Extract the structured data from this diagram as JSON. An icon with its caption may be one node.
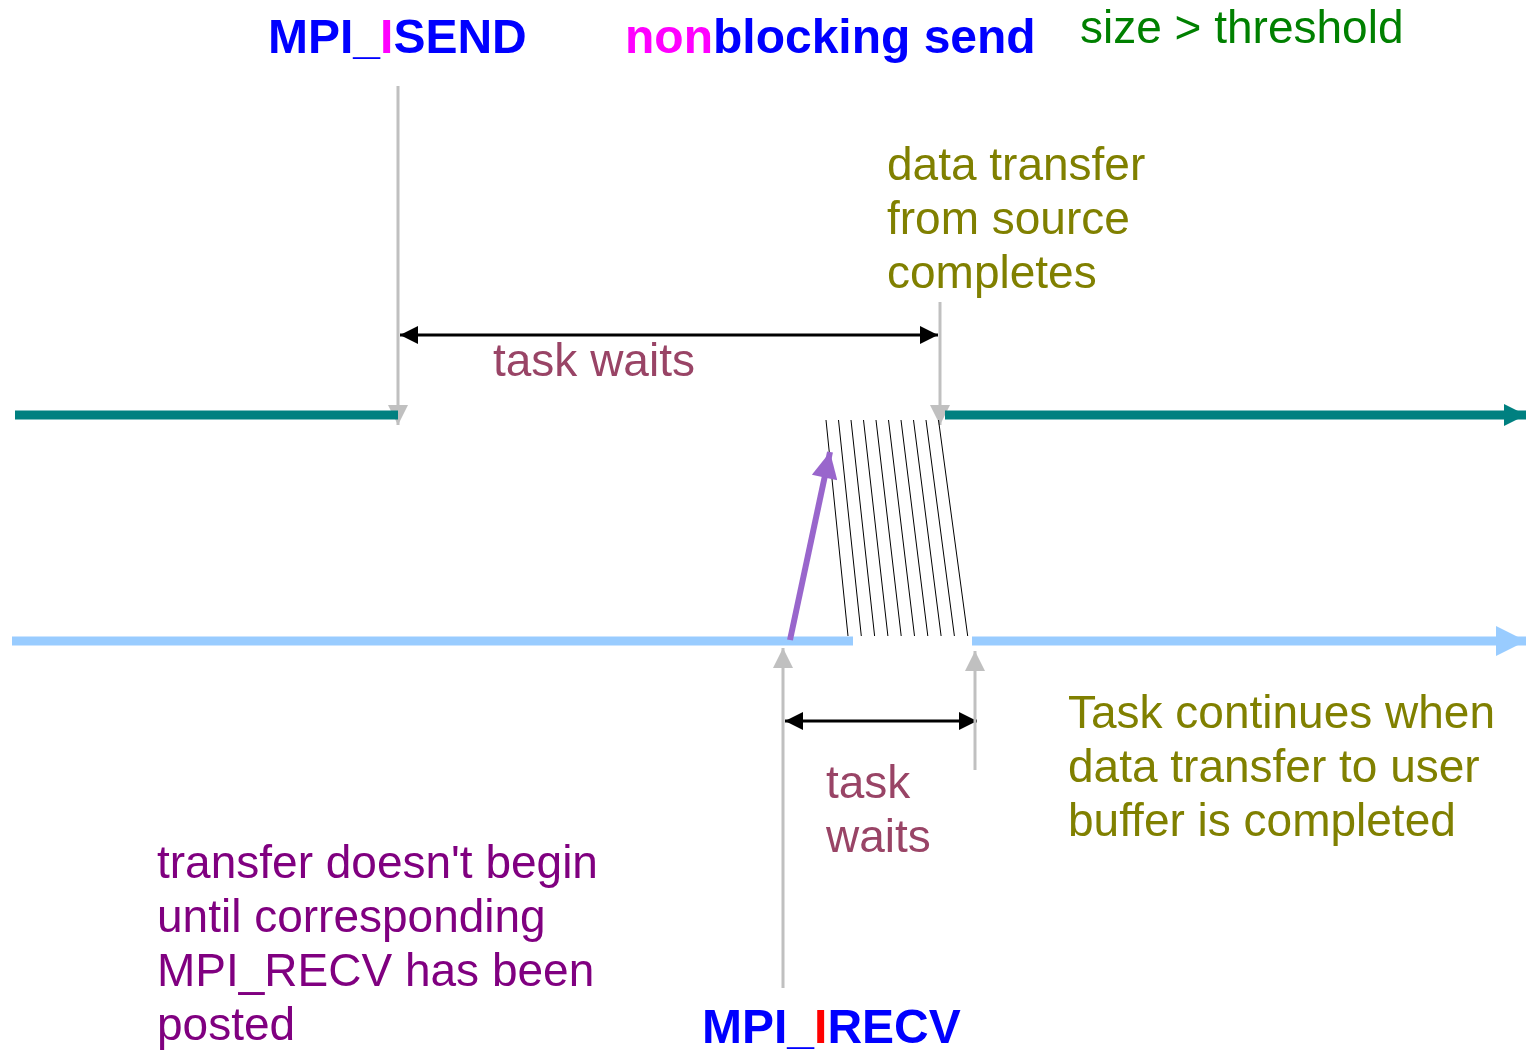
{
  "diagram": {
    "nodes": [
      {
        "text": [
          "MPI_ISEND"
        ]
      },
      {
        "text": [
          "data transfer from source completes"
        ]
      },
      {
        "text": [
          "MPI_IRECV"
        ]
      }
    ],
    "edges": [
      {
        "from": 0,
        "to": null,
        "arrow": "to"
      },
      {
        "from": 1,
        "to": null,
        "arrow": "to"
      },
      {
        "from": 2,
        "to": null,
        "arrow": "to"
      }
    ],
    "labels": [
      "nonblocking send",
      "size > threshold",
      "task waits",
      "task waits",
      "Task continues when data transfer to user buffer is completed",
      "transfer doesn't begin until corresponding MPI_RECV has been posted"
    ]
  }
}
